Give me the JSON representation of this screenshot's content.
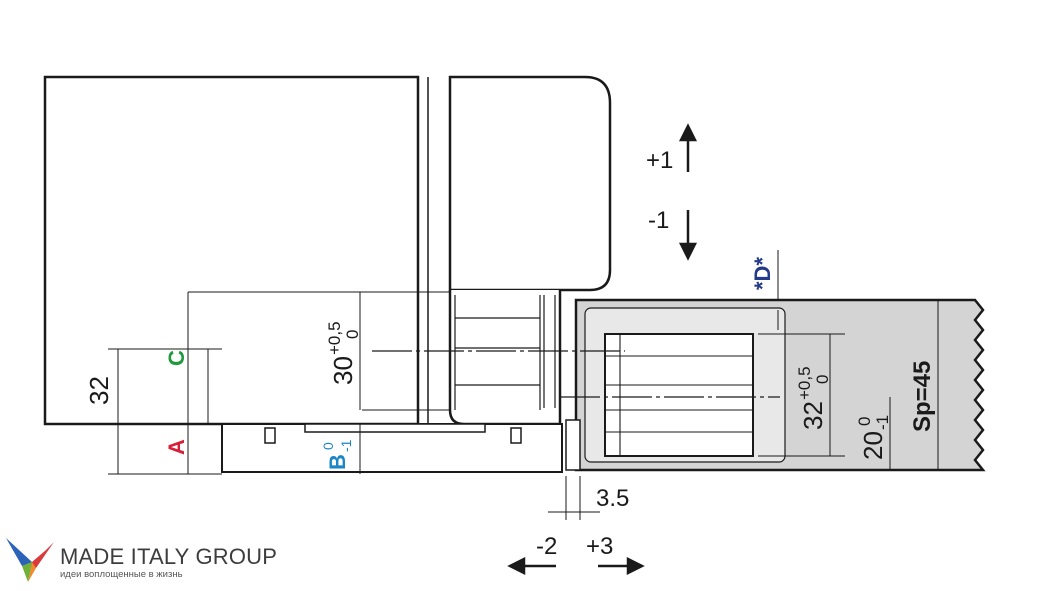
{
  "labels": {
    "adjust_up": "+1",
    "adjust_down": "-1",
    "d_label": "*D*",
    "c_label": "C",
    "a_label": "A",
    "b_label": "B",
    "b_sup": "0",
    "b_sub": "-1",
    "dim_32_left": "32",
    "dim_30_value": "30",
    "dim_30_tol_upper": "+0,5",
    "dim_30_tol_lower": "0",
    "dim_32_right_value": "32",
    "dim_32_right_tol_upper": "+0,5",
    "dim_32_right_tol_lower": "0",
    "dim_20_value": "20",
    "dim_20_tol_upper": "0",
    "dim_20_tol_lower": "-1",
    "sp_label": "Sp=45",
    "dim_3_5": "3.5",
    "adjust_left": "-2",
    "adjust_right": "+3"
  },
  "colors": {
    "line": "#1a1a1a",
    "frame_fill": "#d4d4d4",
    "c_color": "#1e9a3c",
    "a_color": "#d6203a",
    "b_color": "#1a86c8",
    "d_color": "#233a8c"
  },
  "logo": {
    "name": "MADE ITALY GROUP",
    "tagline": "идеи воплощенные в жизнь"
  }
}
